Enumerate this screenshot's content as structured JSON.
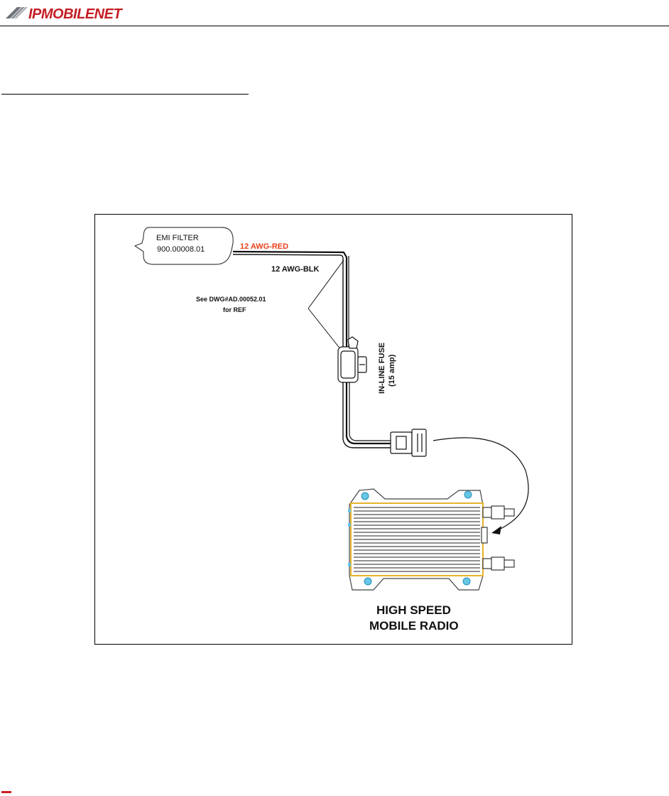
{
  "header": {
    "logo_text": "IPMOBILENET",
    "logo_colors": {
      "icon": "#6d7278",
      "text": "#c41e24"
    }
  },
  "figure": {
    "emi_filter": {
      "name": "EMI FILTER",
      "part_number": "900.00008.01"
    },
    "wire_red": {
      "label": "12 AWG-RED",
      "color": "#e8411d"
    },
    "wire_black": {
      "label": "12 AWG-BLK"
    },
    "reference_note": {
      "line1": "See DWG#AD.00052.01",
      "line2": "for REF"
    },
    "fuse": {
      "line1": "IN-LINE FUSE",
      "line2": "(15 amp)"
    },
    "radio": {
      "line1": "HIGH SPEED",
      "line2": "MOBILE RADIO",
      "frame_color": "#e6b42a",
      "mount_color": "#66c6e6"
    }
  },
  "footer": {
    "mark_color": "#cc1f1f"
  }
}
